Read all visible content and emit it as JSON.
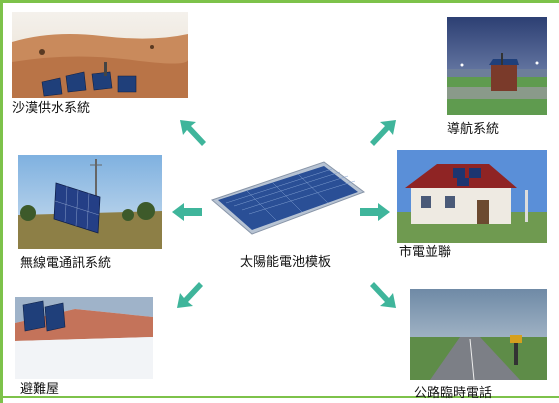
{
  "center": {
    "label": "太陽能電池模板"
  },
  "applications": [
    {
      "id": "desert",
      "label": "沙漠供水系統"
    },
    {
      "id": "navigation",
      "label": "導航系統"
    },
    {
      "id": "wireless",
      "label": "無線電通訊系統"
    },
    {
      "id": "house",
      "label": "市電並聯"
    },
    {
      "id": "shelter",
      "label": "避難屋"
    },
    {
      "id": "phone",
      "label": "公路臨時電話"
    }
  ],
  "colors": {
    "frame": "#7dc24a",
    "arrow": "#3fb59b"
  }
}
